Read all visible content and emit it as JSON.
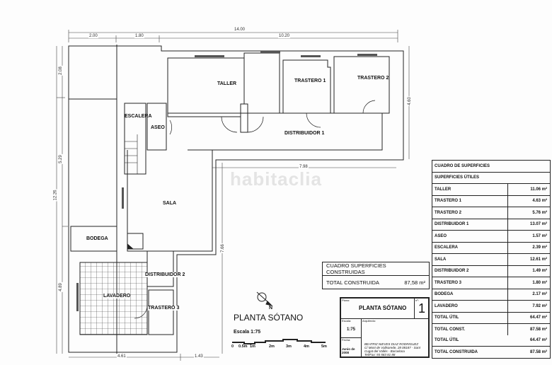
{
  "watermark": "habitaclia",
  "rooms": {
    "taller": "TALLER",
    "trastero1": "TRASTERO 1",
    "trastero2": "TRASTERO 2",
    "escalera": "ESCALERA",
    "aseo": "ASEO",
    "distribuidor1": "DISTRIBUIDOR 1",
    "sala": "SALA",
    "bodega": "BODEGA",
    "distribuidor2": "DISTRIBUIDOR 2",
    "lavadero": "LAVADERO",
    "trastero3": "TRASTERO 3"
  },
  "dimensions": {
    "total_top": "14.00",
    "top_a": "2.00",
    "top_b": "1.80",
    "top_c": "10.20",
    "left_a": "2.08",
    "left_b": "5.29",
    "left_total": "12.26",
    "left_c": "4.89",
    "right": "4.60",
    "mid": "7.98",
    "mid_v": "7.66",
    "bottom_a": "4.61",
    "bottom_b": "1.43"
  },
  "north": "N",
  "plan_title": "PLANTA SÓTANO",
  "scale": {
    "label": "Escala 1:75",
    "ticks": [
      "0",
      "0.5m",
      "1m",
      "2m",
      "3m",
      "4m",
      "5m"
    ]
  },
  "superficies": {
    "title": "CUADRO DE SUPERFICIES",
    "subtitle": "SUPERFICIES ÚTILES",
    "rows": [
      {
        "name": "TALLER",
        "value": "11.06 m²"
      },
      {
        "name": "TRASTERO 1",
        "value": "4.63 m²"
      },
      {
        "name": "TRASTERO 2",
        "value": "5.76 m²"
      },
      {
        "name": "DISTRIBUIDOR 1",
        "value": "13.07 m²"
      },
      {
        "name": "ASEO",
        "value": "1.57 m²"
      },
      {
        "name": "ESCALERA",
        "value": "2.39 m²"
      },
      {
        "name": "SALA",
        "value": "12.61 m²"
      },
      {
        "name": "DISTRIBUIDOR 2",
        "value": "1.49 m²"
      },
      {
        "name": "TRASTERO 3",
        "value": "1.80 m²"
      },
      {
        "name": "BODEGA",
        "value": "2.17 m²"
      },
      {
        "name": "LAVADERO",
        "value": "7.92 m²"
      },
      {
        "name": "TOTAL ÚTIL",
        "value": "64.47 m²"
      },
      {
        "name": "TOTAL CONST.",
        "value": "87.58 m²"
      }
    ],
    "total_util": {
      "name": "TOTAL ÚTIL",
      "value": "64.47 m²"
    },
    "total_construida": {
      "name": "TOTAL CONSTRUIDA",
      "value": "87.58 m²"
    }
  },
  "construidas": {
    "title": "CUADRO SUPERFICIES CONSTRUIDAS",
    "label": "TOTAL CONSTRUIDA",
    "value": "87,58 m²"
  },
  "title_block": {
    "plano_label": "Plano:",
    "plano": "PLANTA SÓTANO",
    "num_label": "nº:",
    "num": "1",
    "escala_label": "Escala:",
    "escala": "1:75",
    "fecha_label": "Fecha:",
    "fecha": "Junio de 2008",
    "arquitecto_label": "Arquitecto:",
    "arquitecto": "BEATRIZ NIEVES DIAZ RODRIGUEZ",
    "address": "C/ Mont de Vallsorede, 28  08187 - Sant Cugat del Vallès - Barcelona",
    "phone": "Tel/Fax: 93 583 81 88"
  }
}
